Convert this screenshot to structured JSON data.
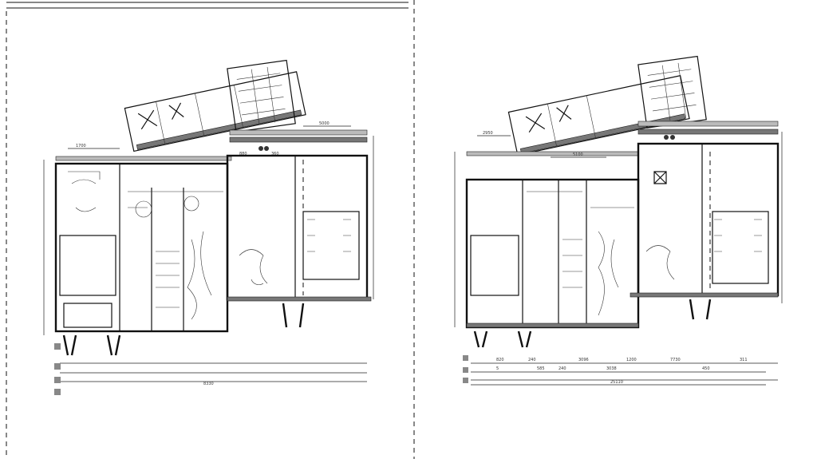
{
  "drawing": {
    "left_plan": {
      "dimensions": [
        "1700",
        "5000",
        "360",
        "880",
        "8330"
      ]
    },
    "right_plan": {
      "dimensions": [
        "2950",
        "5100",
        "820",
        "240",
        "3096",
        "1200",
        "7730",
        "311",
        "5",
        "585",
        "240",
        "3038",
        "450",
        "25110"
      ]
    }
  }
}
